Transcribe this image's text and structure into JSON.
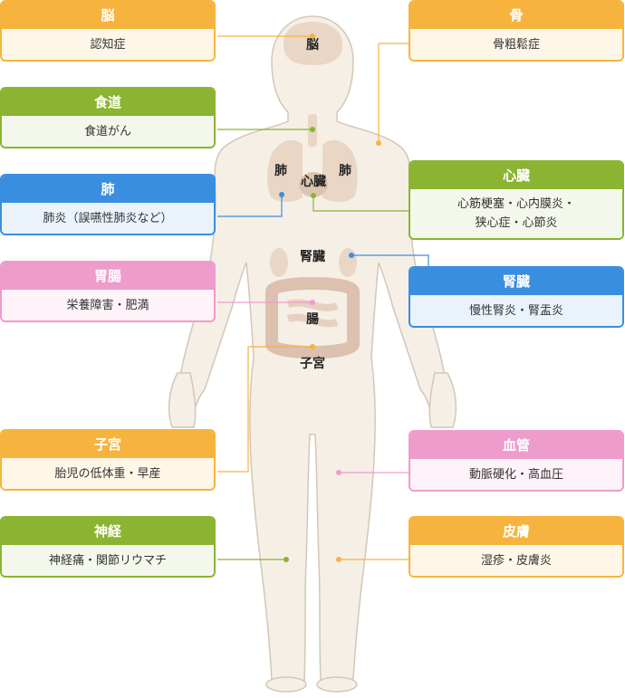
{
  "colors": {
    "orange": "#f6b43e",
    "orange_bg": "#fef6e7",
    "green": "#8ab431",
    "green_bg": "#f4f8ec",
    "blue": "#3a8ee0",
    "blue_bg": "#eaf3fc",
    "pink": "#ee9ccc",
    "pink_bg": "#fdf3f9",
    "body_fill": "#f6efe6",
    "body_stroke": "#d2c7b8",
    "organ_fill": "#e9d6c4",
    "intestine": "#dcc0b0"
  },
  "organs": {
    "brain": "脳",
    "lungs_left": "肺",
    "lungs_right": "肺",
    "heart": "心臓",
    "kidney": "腎臓",
    "intestine": "腸",
    "uterus": "子宮"
  },
  "boxes": {
    "brain": {
      "title": "脳",
      "text": "認知症"
    },
    "bone": {
      "title": "骨",
      "text": "骨粗鬆症"
    },
    "esophagus": {
      "title": "食道",
      "text": "食道がん"
    },
    "heart": {
      "title": "心臓",
      "line1": "心筋梗塞・心内膜炎・",
      "line2": "狭心症・心節炎"
    },
    "lung": {
      "title": "肺",
      "text": "肺炎（誤嚥性肺炎など）"
    },
    "stomach": {
      "title": "胃腸",
      "text": "栄養障害・肥満"
    },
    "kidney": {
      "title": "腎臓",
      "text": "慢性腎炎・腎盂炎"
    },
    "uterus": {
      "title": "子宮",
      "text": "胎児の低体重・早産"
    },
    "vessel": {
      "title": "血管",
      "text": "動脈硬化・高血圧"
    },
    "nerve": {
      "title": "神経",
      "text": "神経痛・関節リウマチ"
    },
    "skin": {
      "title": "皮膚",
      "text": "湿疹・皮膚炎"
    }
  }
}
